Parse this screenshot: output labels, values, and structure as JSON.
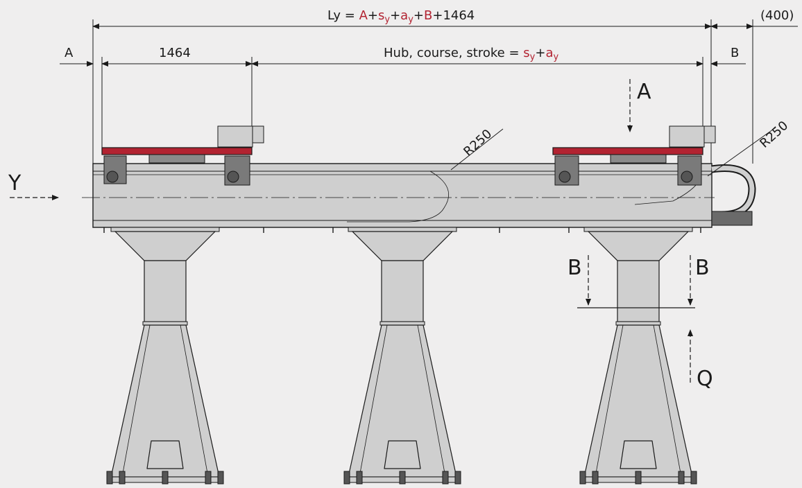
{
  "colors": {
    "background": "#efeeee",
    "steel": "#cfcfcf",
    "outline": "#1a1a1a",
    "carriage_red": "#b22331",
    "text_red": "#b22331"
  },
  "dimensions": {
    "total_length": {
      "prefix": "Ly = ",
      "a": "A",
      "plus1": "+",
      "s": "s",
      "s_sub": "y",
      "plus2": "+",
      "ay": "a",
      "ay_sub": "y",
      "plus3": "+",
      "b": "B",
      "suffix": "+1464"
    },
    "extra": "(400)",
    "left_offset": "A",
    "carriage_length": "1464",
    "stroke": {
      "prefix": "Hub, course, stroke = ",
      "s": "s",
      "s_sub": "y",
      "plus": "+",
      "ay": "a",
      "ay_sub": "y"
    },
    "right_offset": "B",
    "radius_left": "R250",
    "radius_right": "R250"
  },
  "view_labels": {
    "y": "Y",
    "a": "A",
    "b_left": "B",
    "b_right": "B",
    "q": "Q"
  }
}
